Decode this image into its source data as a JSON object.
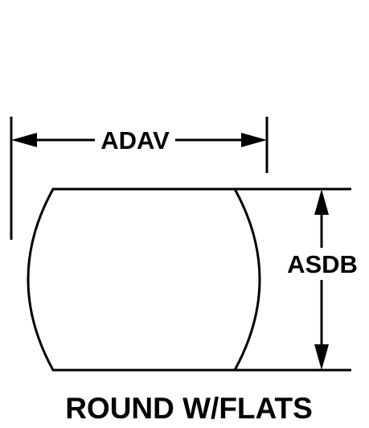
{
  "diagram": {
    "shape": "round with flats",
    "dimensions": {
      "width_label": "ADAV",
      "height_label": "ASDB"
    },
    "caption": "ROUND W/FLATS",
    "colors": {
      "line": "#000000",
      "background": "#ffffff"
    }
  }
}
